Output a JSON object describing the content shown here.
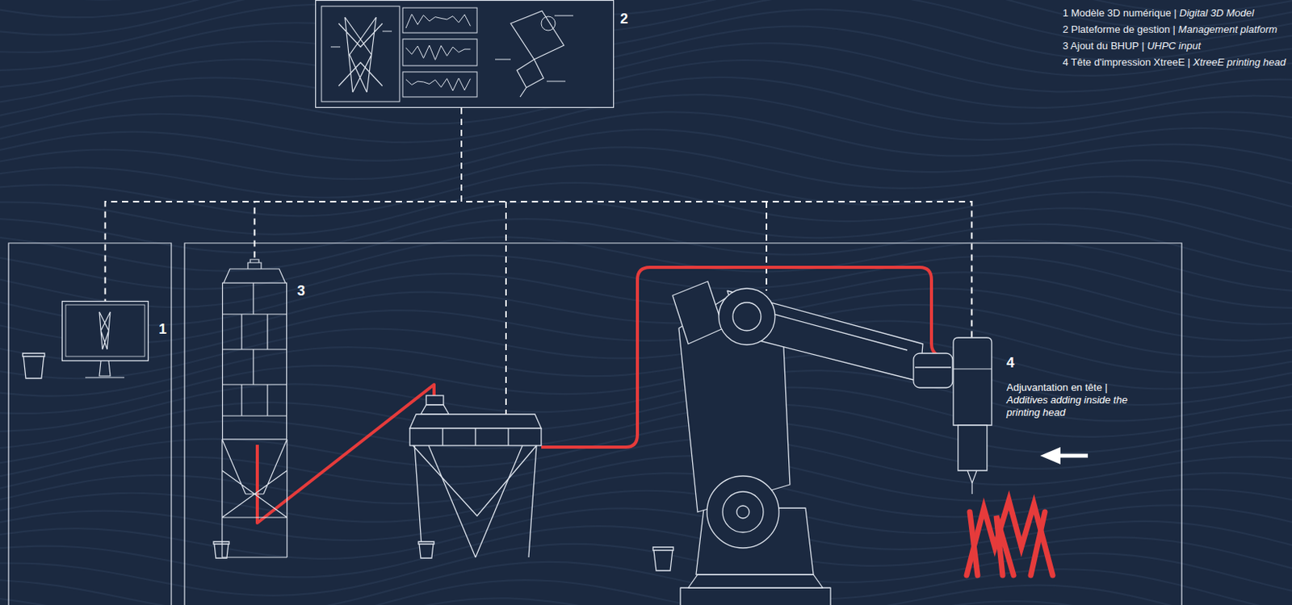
{
  "diagram": {
    "nodes": [
      {
        "text": [
          "2"
        ]
      },
      {
        "text": [
          "1"
        ]
      },
      {
        "text": [
          "3"
        ]
      },
      {
        "text": [
          "4",
          "Adjuvantation en tête | Additives adding inside the printing head"
        ]
      }
    ],
    "edges": [
      {
        "from": 0,
        "to": 1,
        "arrow": "none"
      },
      {
        "from": 0,
        "to": 2,
        "arrow": "none"
      },
      {
        "from": 0,
        "to": 3,
        "arrow": "none"
      }
    ],
    "labels": [
      "1 Modèle 3D numérique | Digital 3D Model",
      "2 Plateforme de gestion | Management platform",
      "3 Ajout du BHUP | UHPC input",
      "4 Tête d'impression XtreeE | XtreeE printing head"
    ]
  }
}
